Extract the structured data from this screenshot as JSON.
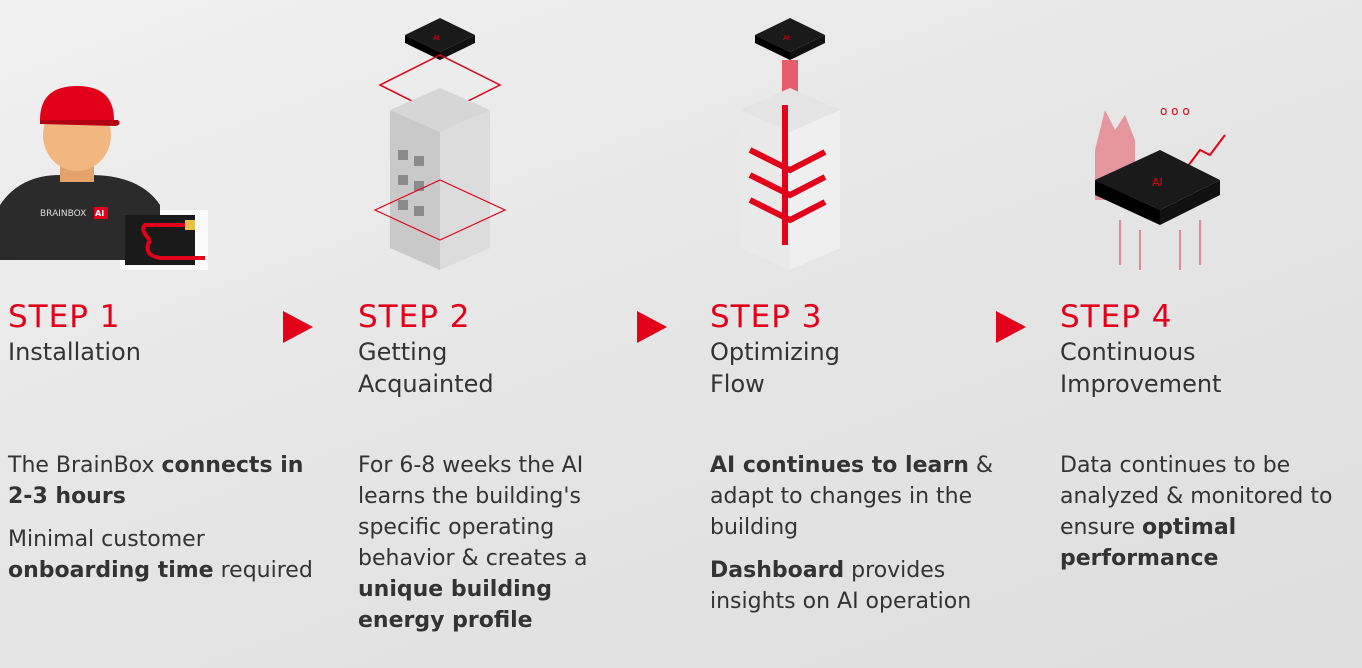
{
  "colors": {
    "accent": "#e2001a",
    "text": "#333333"
  },
  "worker": {
    "shirt_logo_left": "BRAINBOX",
    "shirt_logo_right": "AI"
  },
  "chip_label": "AI",
  "steps": [
    {
      "label": "STEP 1",
      "title_lines": [
        "Installation"
      ],
      "desc": [
        [
          {
            "t": "The BrainBox ",
            "b": false
          },
          {
            "t": "connects in 2-3 hours",
            "b": true
          }
        ],
        [
          {
            "t": "Minimal customer ",
            "b": false
          },
          {
            "t": "onboarding time",
            "b": true
          },
          {
            "t": " required",
            "b": false
          }
        ]
      ]
    },
    {
      "label": "STEP 2",
      "title_lines": [
        "Getting",
        "Acquainted"
      ],
      "desc": [
        [
          {
            "t": "For 6-8 weeks the AI learns the building's specific operating behavior & creates a ",
            "b": false
          },
          {
            "t": "unique building energy profile",
            "b": true
          }
        ]
      ]
    },
    {
      "label": "STEP 3",
      "title_lines": [
        "Optimizing",
        "Flow"
      ],
      "desc": [
        [
          {
            "t": "AI continues to learn",
            "b": true
          },
          {
            "t": " & adapt to changes in the building",
            "b": false
          }
        ],
        [
          {
            "t": "Dashboard",
            "b": true
          },
          {
            "t": " provides insights on AI operation",
            "b": false
          }
        ]
      ]
    },
    {
      "label": "STEP 4",
      "title_lines": [
        "Continuous",
        "Improvement"
      ],
      "desc": [
        [
          {
            "t": "Data continues to be analyzed & monitored to ensure ",
            "b": false
          },
          {
            "t": "optimal performance",
            "b": true
          }
        ]
      ]
    }
  ]
}
